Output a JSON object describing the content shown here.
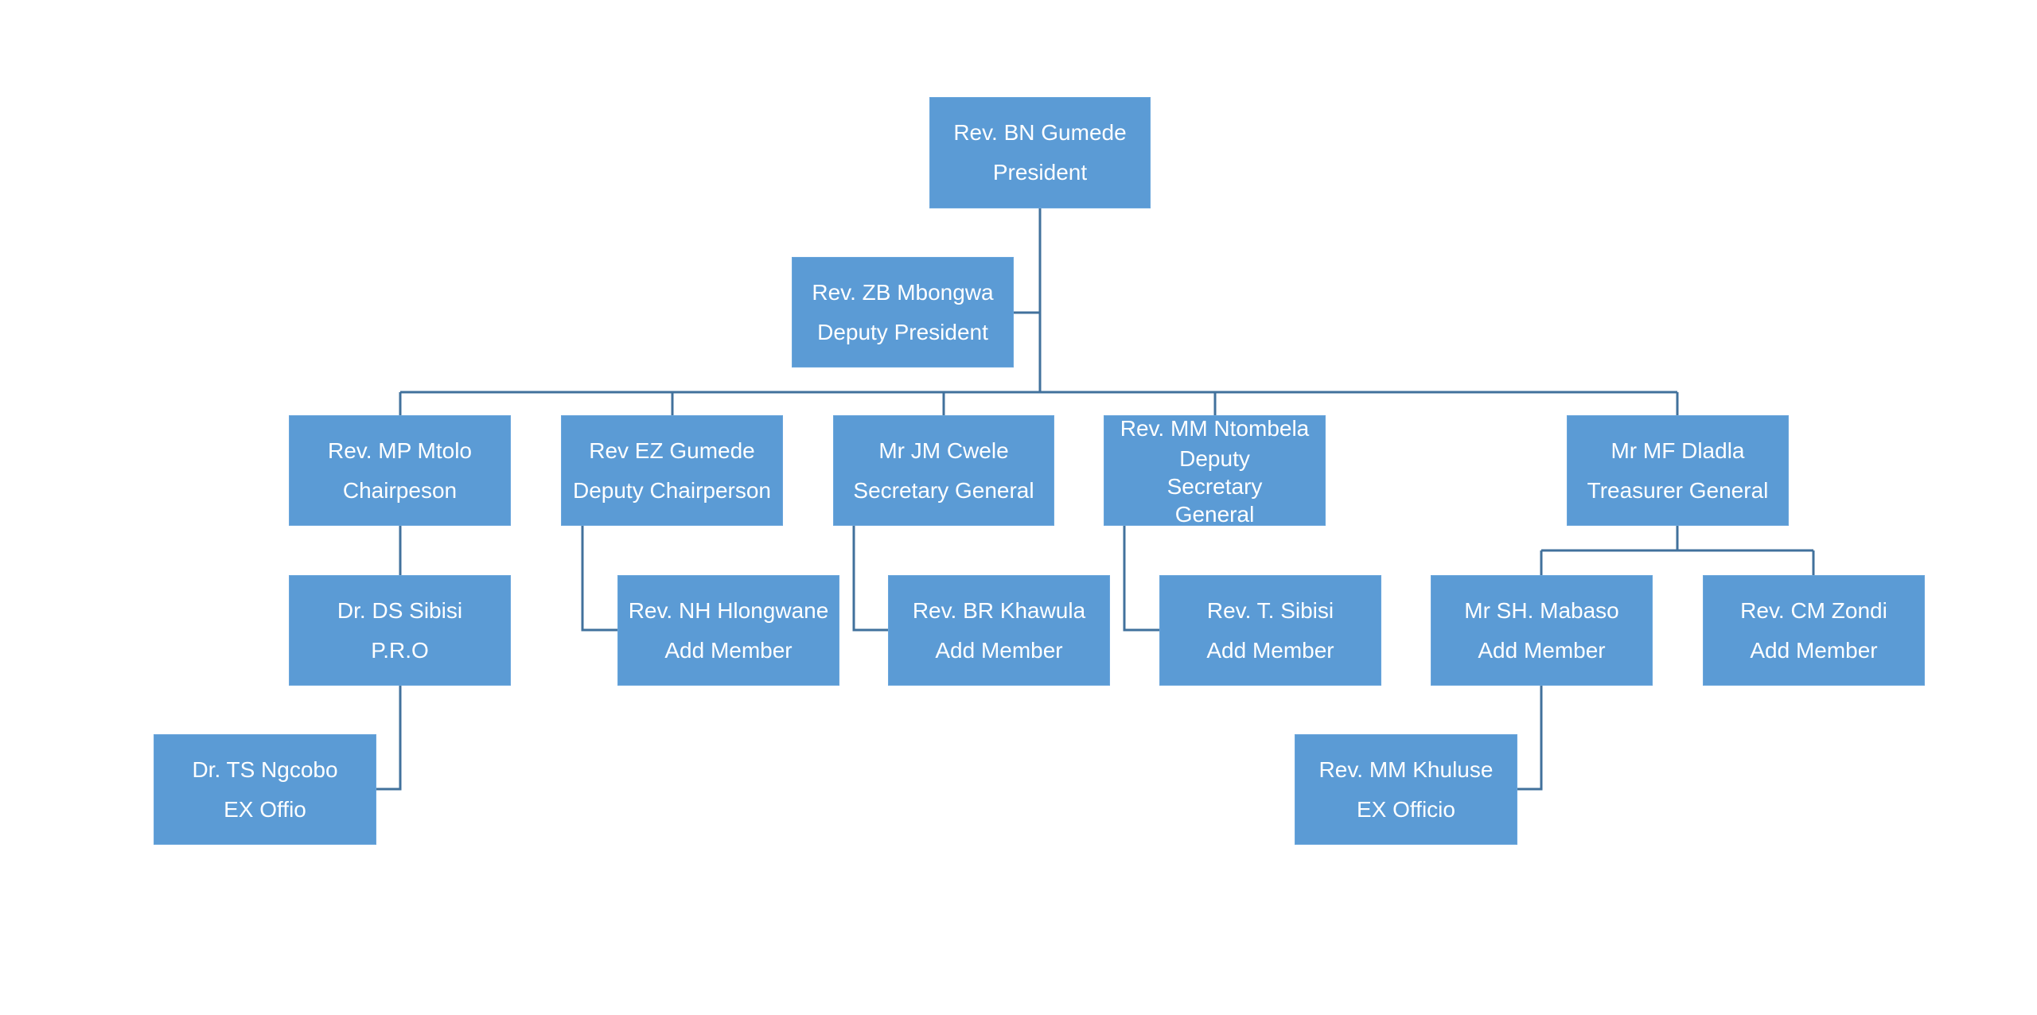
{
  "colors": {
    "box_fill": "#5B9BD5",
    "box_text": "#FFFFFF",
    "connector": "#41719C",
    "background": "#FFFFFF"
  },
  "org_chart": {
    "nodes": [
      {
        "id": "president",
        "name": "Rev. BN Gumede",
        "role": "President",
        "parent": null
      },
      {
        "id": "deputy-president",
        "name": "Rev. ZB Mbongwa",
        "role": "Deputy President",
        "parent": "president",
        "relation": "assistant"
      },
      {
        "id": "chairperson",
        "name": "Rev. MP Mtolo",
        "role": "Chairpeson",
        "parent": "president"
      },
      {
        "id": "deputy-chairperson",
        "name": "Rev EZ Gumede",
        "role": "Deputy Chairperson",
        "parent": "president"
      },
      {
        "id": "secretary-general",
        "name": "Mr  JM Cwele",
        "role": "Secretary General",
        "parent": "president"
      },
      {
        "id": "deputy-secretary-general",
        "name": "Rev. MM Ntombela",
        "role": "Deputy Secretary General",
        "parent": "president"
      },
      {
        "id": "treasurer-general",
        "name": "Mr  MF Dladla",
        "role": "Treasurer General",
        "parent": "president"
      },
      {
        "id": "pro",
        "name": "Dr. DS Sibisi",
        "role": "P.R.O",
        "parent": "chairperson"
      },
      {
        "id": "member-hlongwane",
        "name": "Rev. NH Hlongwane",
        "role": "Add Member",
        "parent": "deputy-chairperson"
      },
      {
        "id": "member-khawula",
        "name": "Rev. BR Khawula",
        "role": "Add Member",
        "parent": "secretary-general"
      },
      {
        "id": "member-t-sibisi",
        "name": "Rev. T. Sibisi",
        "role": "Add Member",
        "parent": "deputy-secretary-general"
      },
      {
        "id": "member-mabaso",
        "name": "Mr SH. Mabaso",
        "role": "Add Member",
        "parent": "treasurer-general"
      },
      {
        "id": "member-zondi",
        "name": "Rev. CM Zondi",
        "role": "Add Member",
        "parent": "treasurer-general"
      },
      {
        "id": "ex-officio-ngcobo",
        "name": "Dr. TS Ngcobo",
        "role": "EX Offio",
        "parent": "pro"
      },
      {
        "id": "ex-officio-khuluse",
        "name": "Rev. MM Khuluse",
        "role": "EX Officio",
        "parent": "member-mabaso"
      }
    ]
  }
}
